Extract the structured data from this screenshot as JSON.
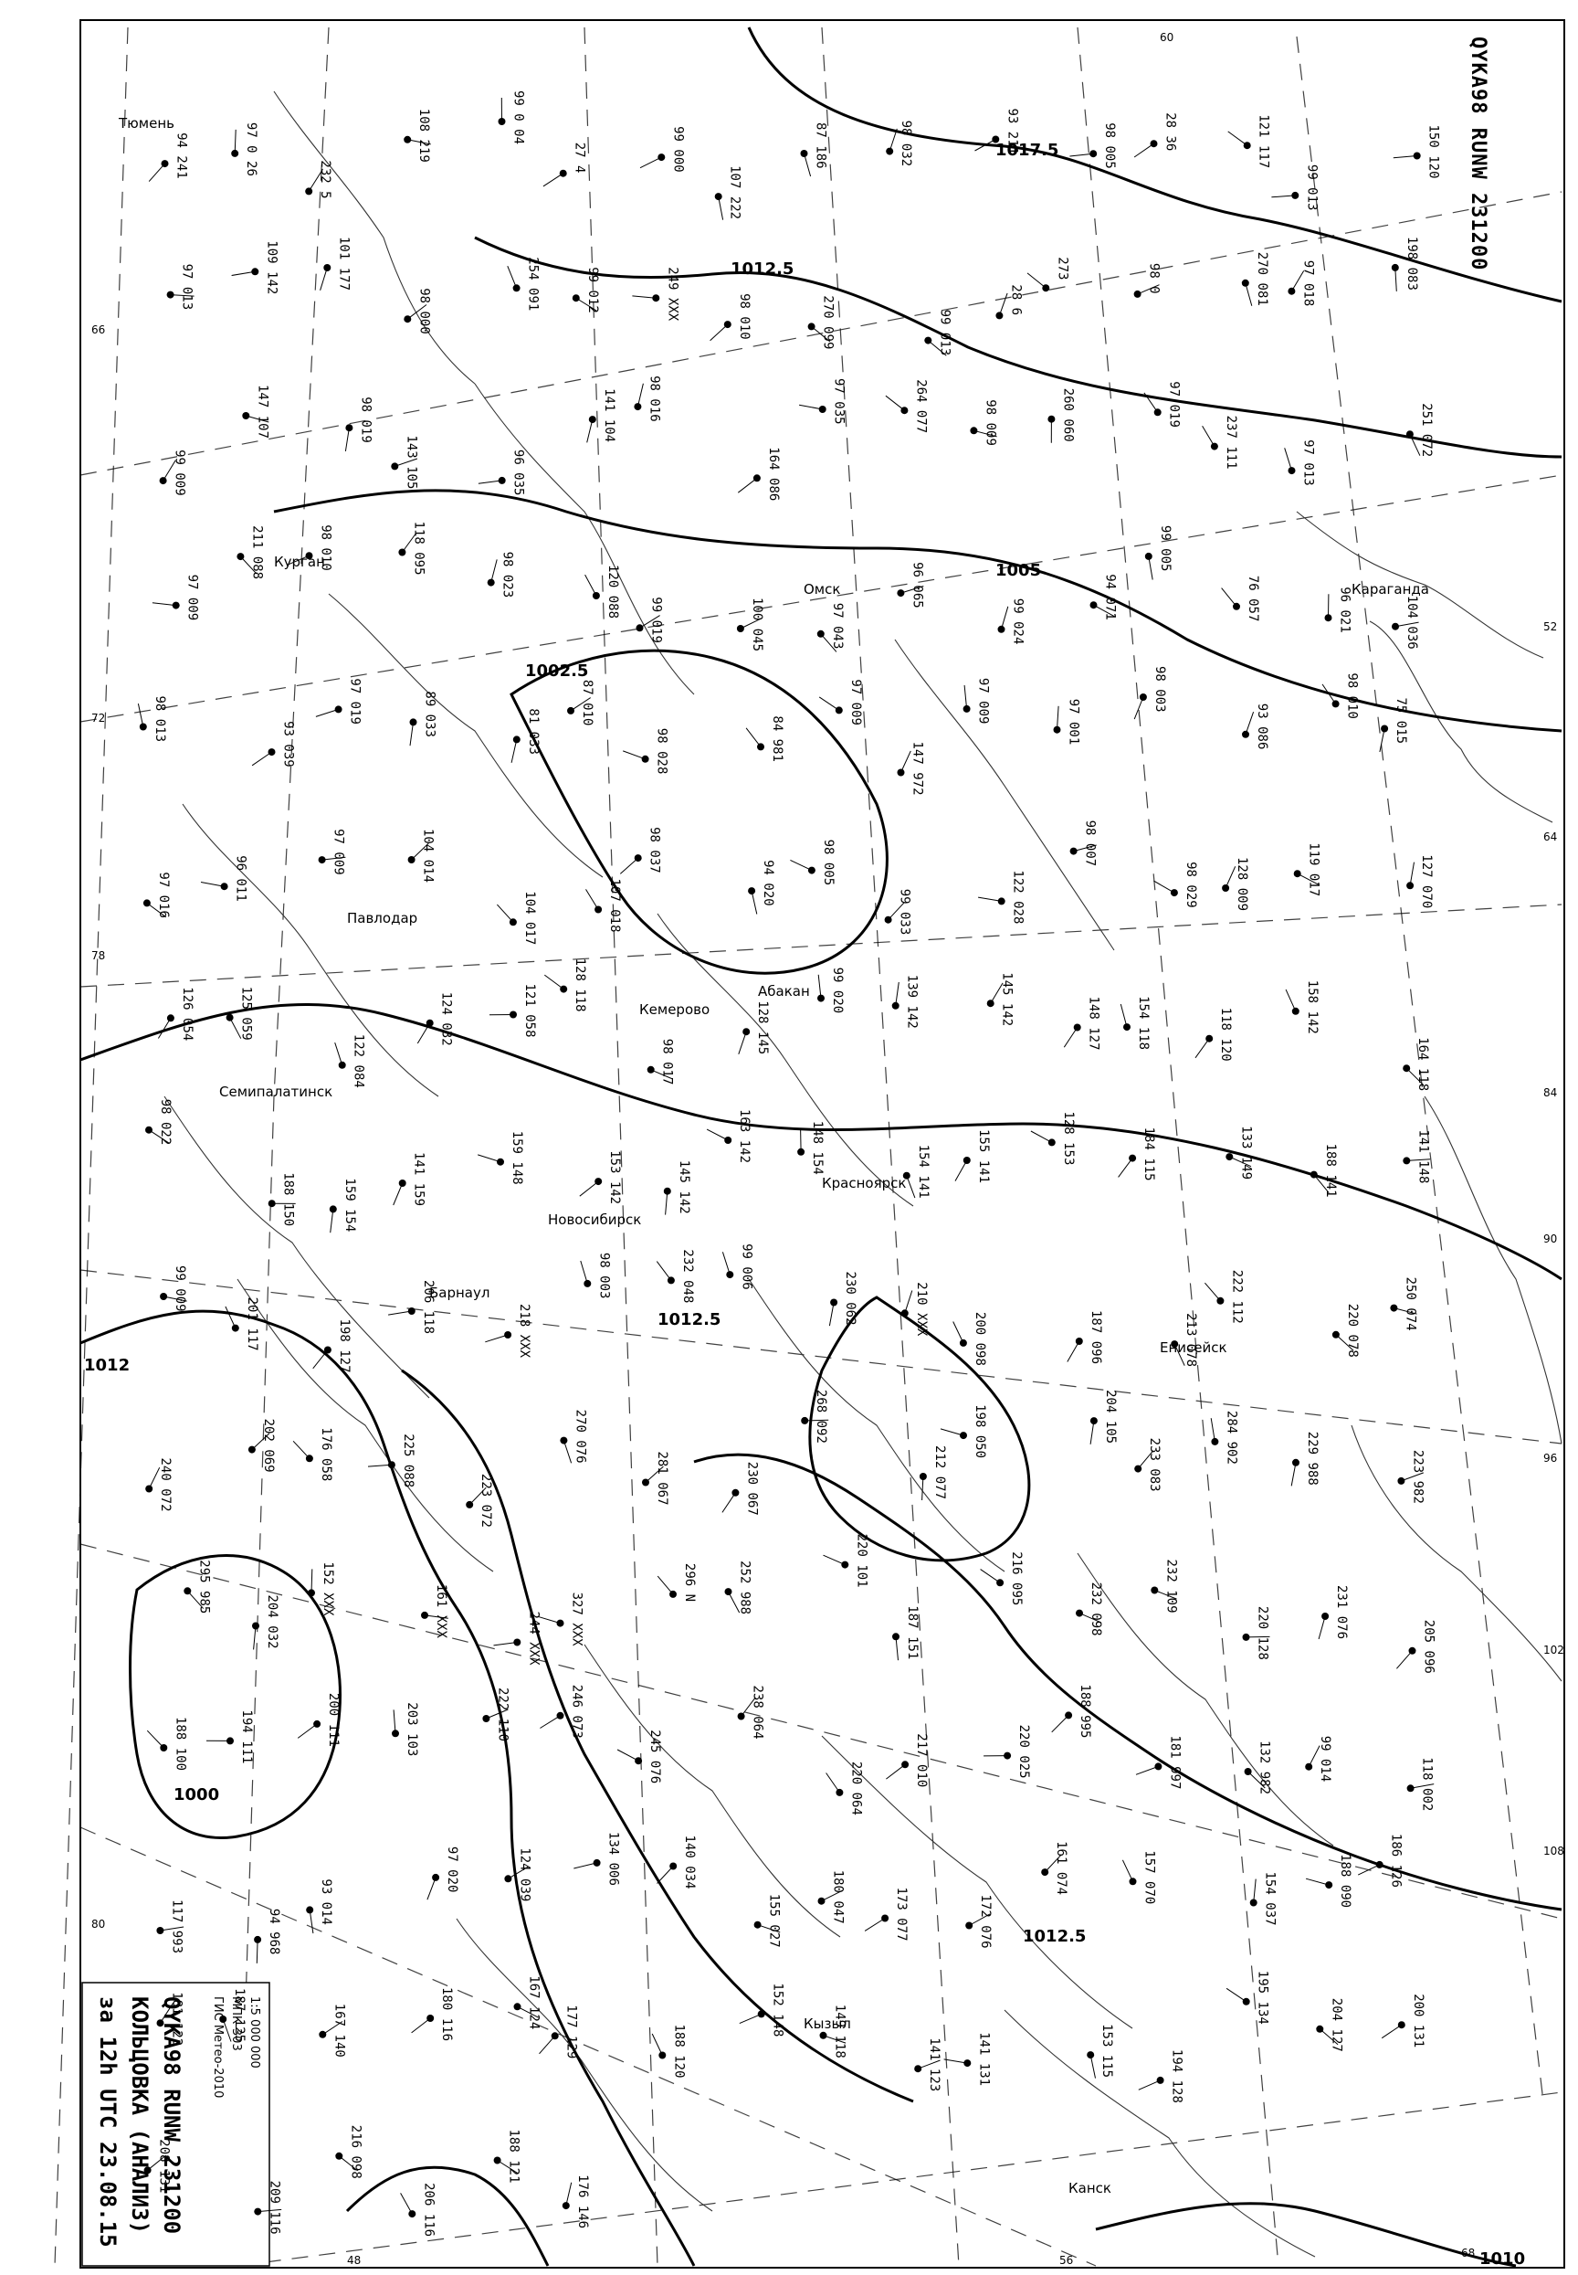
{
  "header": {
    "title_top": "QYKA98 RUNW 231200"
  },
  "legend": {
    "line1": "QYKA98 RUNW 231200",
    "line2": "КОЛЬЦОВКА (АНАЛИЗ)",
    "line3": "за 12h UTC 23.08.15",
    "line4": "ГИС Метео-2010",
    "line5": "МПК-303",
    "line6": "1:5 000 000"
  },
  "isobars": [
    {
      "label": "1017.5"
    },
    {
      "label": "1012.5"
    },
    {
      "label": "1005"
    },
    {
      "label": "1002.5"
    },
    {
      "label": "1012.5"
    },
    {
      "label": "1012"
    },
    {
      "label": "1000"
    },
    {
      "label": "1012.5"
    },
    {
      "label": "1010"
    }
  ],
  "cities": [
    {
      "name": "Омск"
    },
    {
      "name": "Караганда"
    },
    {
      "name": "Павлодар"
    },
    {
      "name": "Барнаул"
    },
    {
      "name": "Новосибирск"
    },
    {
      "name": "Кемерово"
    },
    {
      "name": "Семипалатинск"
    },
    {
      "name": "Абакан"
    },
    {
      "name": "Красноярск"
    },
    {
      "name": "Канск"
    },
    {
      "name": "Тюмень"
    },
    {
      "name": "Курган"
    },
    {
      "name": "Енисейск"
    },
    {
      "name": "Кызыл"
    }
  ],
  "stations": [
    {
      "t": "94 241"
    },
    {
      "t": "97 0 26"
    },
    {
      "t": "232 5"
    },
    {
      "t": "108 219"
    },
    {
      "t": "99 0 04"
    },
    {
      "t": "27 4"
    },
    {
      "t": "99 000"
    },
    {
      "t": "107 222"
    },
    {
      "t": "87 186"
    },
    {
      "t": "98 032"
    },
    {
      "t": "93 211"
    },
    {
      "t": "98 005"
    },
    {
      "t": "28 36"
    },
    {
      "t": "121 117"
    },
    {
      "t": "99 013"
    },
    {
      "t": "150 120"
    },
    {
      "t": "97 013"
    },
    {
      "t": "109 142"
    },
    {
      "t": "101 177"
    },
    {
      "t": "98 000"
    },
    {
      "t": "254 091"
    },
    {
      "t": "99 012"
    },
    {
      "t": "249 XXX"
    },
    {
      "t": "98 010"
    },
    {
      "t": "270 099"
    },
    {
      "t": "99 013"
    },
    {
      "t": "28 6"
    },
    {
      "t": "273"
    },
    {
      "t": "98 0"
    },
    {
      "t": "270 081"
    },
    {
      "t": "97 018"
    },
    {
      "t": "198 083"
    },
    {
      "t": "99 009"
    },
    {
      "t": "147 107"
    },
    {
      "t": "98 019"
    },
    {
      "t": "143 105"
    },
    {
      "t": "96 035"
    },
    {
      "t": "141 104"
    },
    {
      "t": "98 016"
    },
    {
      "t": "164 086"
    },
    {
      "t": "97 035"
    },
    {
      "t": "264 077"
    },
    {
      "t": "98 009"
    },
    {
      "t": "260 060"
    },
    {
      "t": "97 019"
    },
    {
      "t": "237 111"
    },
    {
      "t": "97 013"
    },
    {
      "t": "251 072"
    },
    {
      "t": "97 009"
    },
    {
      "t": "211 088"
    },
    {
      "t": "98 010"
    },
    {
      "t": "118 095"
    },
    {
      "t": "98 023"
    },
    {
      "t": "120 088"
    },
    {
      "t": "99 019"
    },
    {
      "t": "100 045"
    },
    {
      "t": "97 043"
    },
    {
      "t": "96 065"
    },
    {
      "t": "99 024"
    },
    {
      "t": "94 071"
    },
    {
      "t": "99 005"
    },
    {
      "t": "76 057"
    },
    {
      "t": "96 021"
    },
    {
      "t": "104 036"
    },
    {
      "t": "98 013"
    },
    {
      "t": "93 039"
    },
    {
      "t": "97 019"
    },
    {
      "t": "89 033"
    },
    {
      "t": "81 033"
    },
    {
      "t": "87 010"
    },
    {
      "t": "98 028"
    },
    {
      "t": "84 981"
    },
    {
      "t": "97 009"
    },
    {
      "t": "147 972"
    },
    {
      "t": "97 009"
    },
    {
      "t": "97 001"
    },
    {
      "t": "98 003"
    },
    {
      "t": "93 086"
    },
    {
      "t": "98 010"
    },
    {
      "t": "75 015"
    },
    {
      "t": "97 016"
    },
    {
      "t": "96 011"
    },
    {
      "t": "97 009"
    },
    {
      "t": "104 014"
    },
    {
      "t": "104 017"
    },
    {
      "t": "107 018"
    },
    {
      "t": "98 037"
    },
    {
      "t": "94 020"
    },
    {
      "t": "98 005"
    },
    {
      "t": "99 033"
    },
    {
      "t": "122 028"
    },
    {
      "t": "98 007"
    },
    {
      "t": "98 029"
    },
    {
      "t": "128 009"
    },
    {
      "t": "119 017"
    },
    {
      "t": "127 070"
    },
    {
      "t": "126 054"
    },
    {
      "t": "125 059"
    },
    {
      "t": "122 084"
    },
    {
      "t": "124 032"
    },
    {
      "t": "121 058"
    },
    {
      "t": "128 118"
    },
    {
      "t": "98 017"
    },
    {
      "t": "128 145"
    },
    {
      "t": "99 020"
    },
    {
      "t": "139 142"
    },
    {
      "t": "145 142"
    },
    {
      "t": "148 127"
    },
    {
      "t": "154 118"
    },
    {
      "t": "118 120"
    },
    {
      "t": "158 142"
    },
    {
      "t": "164 118"
    },
    {
      "t": "98 022"
    },
    {
      "t": "188 150"
    },
    {
      "t": "159 154"
    },
    {
      "t": "141 159"
    },
    {
      "t": "159 148"
    },
    {
      "t": "153 142"
    },
    {
      "t": "145 142"
    },
    {
      "t": "163 142"
    },
    {
      "t": "148 154"
    },
    {
      "t": "154 141"
    },
    {
      "t": "155 141"
    },
    {
      "t": "128 153"
    },
    {
      "t": "184 115"
    },
    {
      "t": "133 149"
    },
    {
      "t": "188 141"
    },
    {
      "t": "141 148"
    },
    {
      "t": "99 009"
    },
    {
      "t": "201 117"
    },
    {
      "t": "198 127"
    },
    {
      "t": "206 118"
    },
    {
      "t": "218 XXX"
    },
    {
      "t": "98 003"
    },
    {
      "t": "232 048"
    },
    {
      "t": "99 006"
    },
    {
      "t": "230 062"
    },
    {
      "t": "210 XXX"
    },
    {
      "t": "200 098"
    },
    {
      "t": "187 096"
    },
    {
      "t": "213 078"
    },
    {
      "t": "222 112"
    },
    {
      "t": "220 078"
    },
    {
      "t": "250 074"
    },
    {
      "t": "240 072"
    },
    {
      "t": "202 069"
    },
    {
      "t": "176 058"
    },
    {
      "t": "225 088"
    },
    {
      "t": "223 072"
    },
    {
      "t": "270 076"
    },
    {
      "t": "281 067"
    },
    {
      "t": "230 067"
    },
    {
      "t": "268 092"
    },
    {
      "t": "212 077"
    },
    {
      "t": "198 050"
    },
    {
      "t": "204 105"
    },
    {
      "t": "233 083"
    },
    {
      "t": "284 902"
    },
    {
      "t": "229 988"
    },
    {
      "t": "223 982"
    },
    {
      "t": "295 985"
    },
    {
      "t": "204 032"
    },
    {
      "t": "152 XXX"
    },
    {
      "t": "161 XXX"
    },
    {
      "t": "244 XXX"
    },
    {
      "t": "327 XXX"
    },
    {
      "t": "296 N"
    },
    {
      "t": "252 988"
    },
    {
      "t": "220 101"
    },
    {
      "t": "187 151"
    },
    {
      "t": "216 095"
    },
    {
      "t": "232 098"
    },
    {
      "t": "232 109"
    },
    {
      "t": "220 128"
    },
    {
      "t": "231 076"
    },
    {
      "t": "205 096"
    },
    {
      "t": "188 100"
    },
    {
      "t": "194 111"
    },
    {
      "t": "200 111"
    },
    {
      "t": "203 103"
    },
    {
      "t": "222 110"
    },
    {
      "t": "246 073"
    },
    {
      "t": "245 076"
    },
    {
      "t": "238 064"
    },
    {
      "t": "220 064"
    },
    {
      "t": "217 010"
    },
    {
      "t": "220 025"
    },
    {
      "t": "188 995"
    },
    {
      "t": "181 997"
    },
    {
      "t": "132 982"
    },
    {
      "t": "99 014"
    },
    {
      "t": "118 002"
    },
    {
      "t": "117 993"
    },
    {
      "t": "94 968"
    },
    {
      "t": "93 014"
    },
    {
      "t": "97 020"
    },
    {
      "t": "124 039"
    },
    {
      "t": "134 006"
    },
    {
      "t": "140 034"
    },
    {
      "t": "155 027"
    },
    {
      "t": "180 047"
    },
    {
      "t": "173 077"
    },
    {
      "t": "172 076"
    },
    {
      "t": "161 074"
    },
    {
      "t": "157 070"
    },
    {
      "t": "154 037"
    },
    {
      "t": "188 090"
    },
    {
      "t": "186 126"
    },
    {
      "t": "181 122"
    },
    {
      "t": "187 125"
    },
    {
      "t": "167 140"
    },
    {
      "t": "180 116"
    },
    {
      "t": "167 124"
    },
    {
      "t": "177 129"
    },
    {
      "t": "188 120"
    },
    {
      "t": "152 148"
    },
    {
      "t": "149 118"
    },
    {
      "t": "141 123"
    },
    {
      "t": "141 131"
    },
    {
      "t": "153 115"
    },
    {
      "t": "194 128"
    },
    {
      "t": "195 134"
    },
    {
      "t": "204 127"
    },
    {
      "t": "200 131"
    },
    {
      "t": "208 131"
    },
    {
      "t": "209 116"
    },
    {
      "t": "216 098"
    },
    {
      "t": "206 116"
    },
    {
      "t": "188 121"
    },
    {
      "t": "176 146"
    }
  ],
  "edge_numbers": [
    {
      "t": "60"
    },
    {
      "t": "66"
    },
    {
      "t": "72"
    },
    {
      "t": "78"
    },
    {
      "t": "84"
    },
    {
      "t": "90"
    },
    {
      "t": "96"
    },
    {
      "t": "102"
    },
    {
      "t": "108"
    },
    {
      "t": "56"
    },
    {
      "t": "48"
    },
    {
      "t": "52"
    },
    {
      "t": "64"
    },
    {
      "t": "68"
    },
    {
      "t": "80"
    }
  ]
}
